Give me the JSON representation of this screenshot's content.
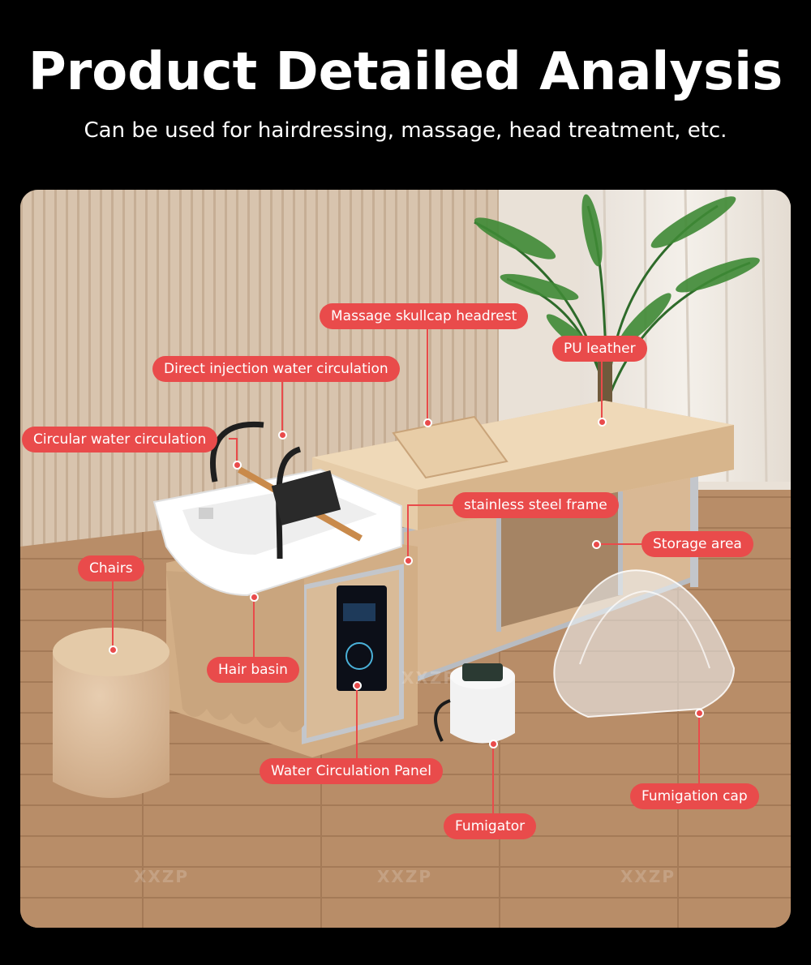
{
  "header": {
    "title": "Product Detailed Analysis",
    "subtitle": "Can be used for hairdressing, massage, head treatment, etc."
  },
  "watermark": "XXZP",
  "colors": {
    "background": "#000000",
    "tag": "#e94b4b",
    "text": "#ffffff"
  },
  "labels": {
    "massage_skullcap_headrest": "Massage skullcap headrest",
    "pu_leather": "PU leather",
    "direct_injection": "Direct injection water circulation",
    "circular_water": "Circular water circulation",
    "stainless_frame": "stainless steel frame",
    "storage_area": "Storage area",
    "chairs": "Chairs",
    "hair_basin": "Hair basin",
    "water_panel": "Water Circulation Panel",
    "fumigator": "Fumigator",
    "fumigation_cap": "Fumigation cap"
  }
}
